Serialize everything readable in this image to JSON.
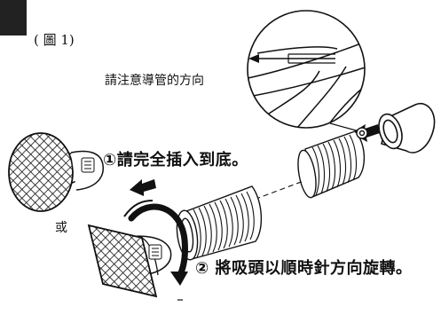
{
  "figure_label": "( 圖 1)",
  "direction_note": "請注意導管的方向",
  "or_label": "或",
  "steps": [
    {
      "text": "①請完全插入到底。"
    },
    {
      "text": "② 將吸頭以順時針方向旋轉。"
    }
  ],
  "colors": {
    "ink": "#111111",
    "paper": "#ffffff",
    "corner": "#222222"
  },
  "icons": {
    "push_arrow": "push-arrow-icon",
    "rotate_arrow": "clockwise-rotate-arrow-icon",
    "direction_arrow": "left-arrow-icon"
  }
}
